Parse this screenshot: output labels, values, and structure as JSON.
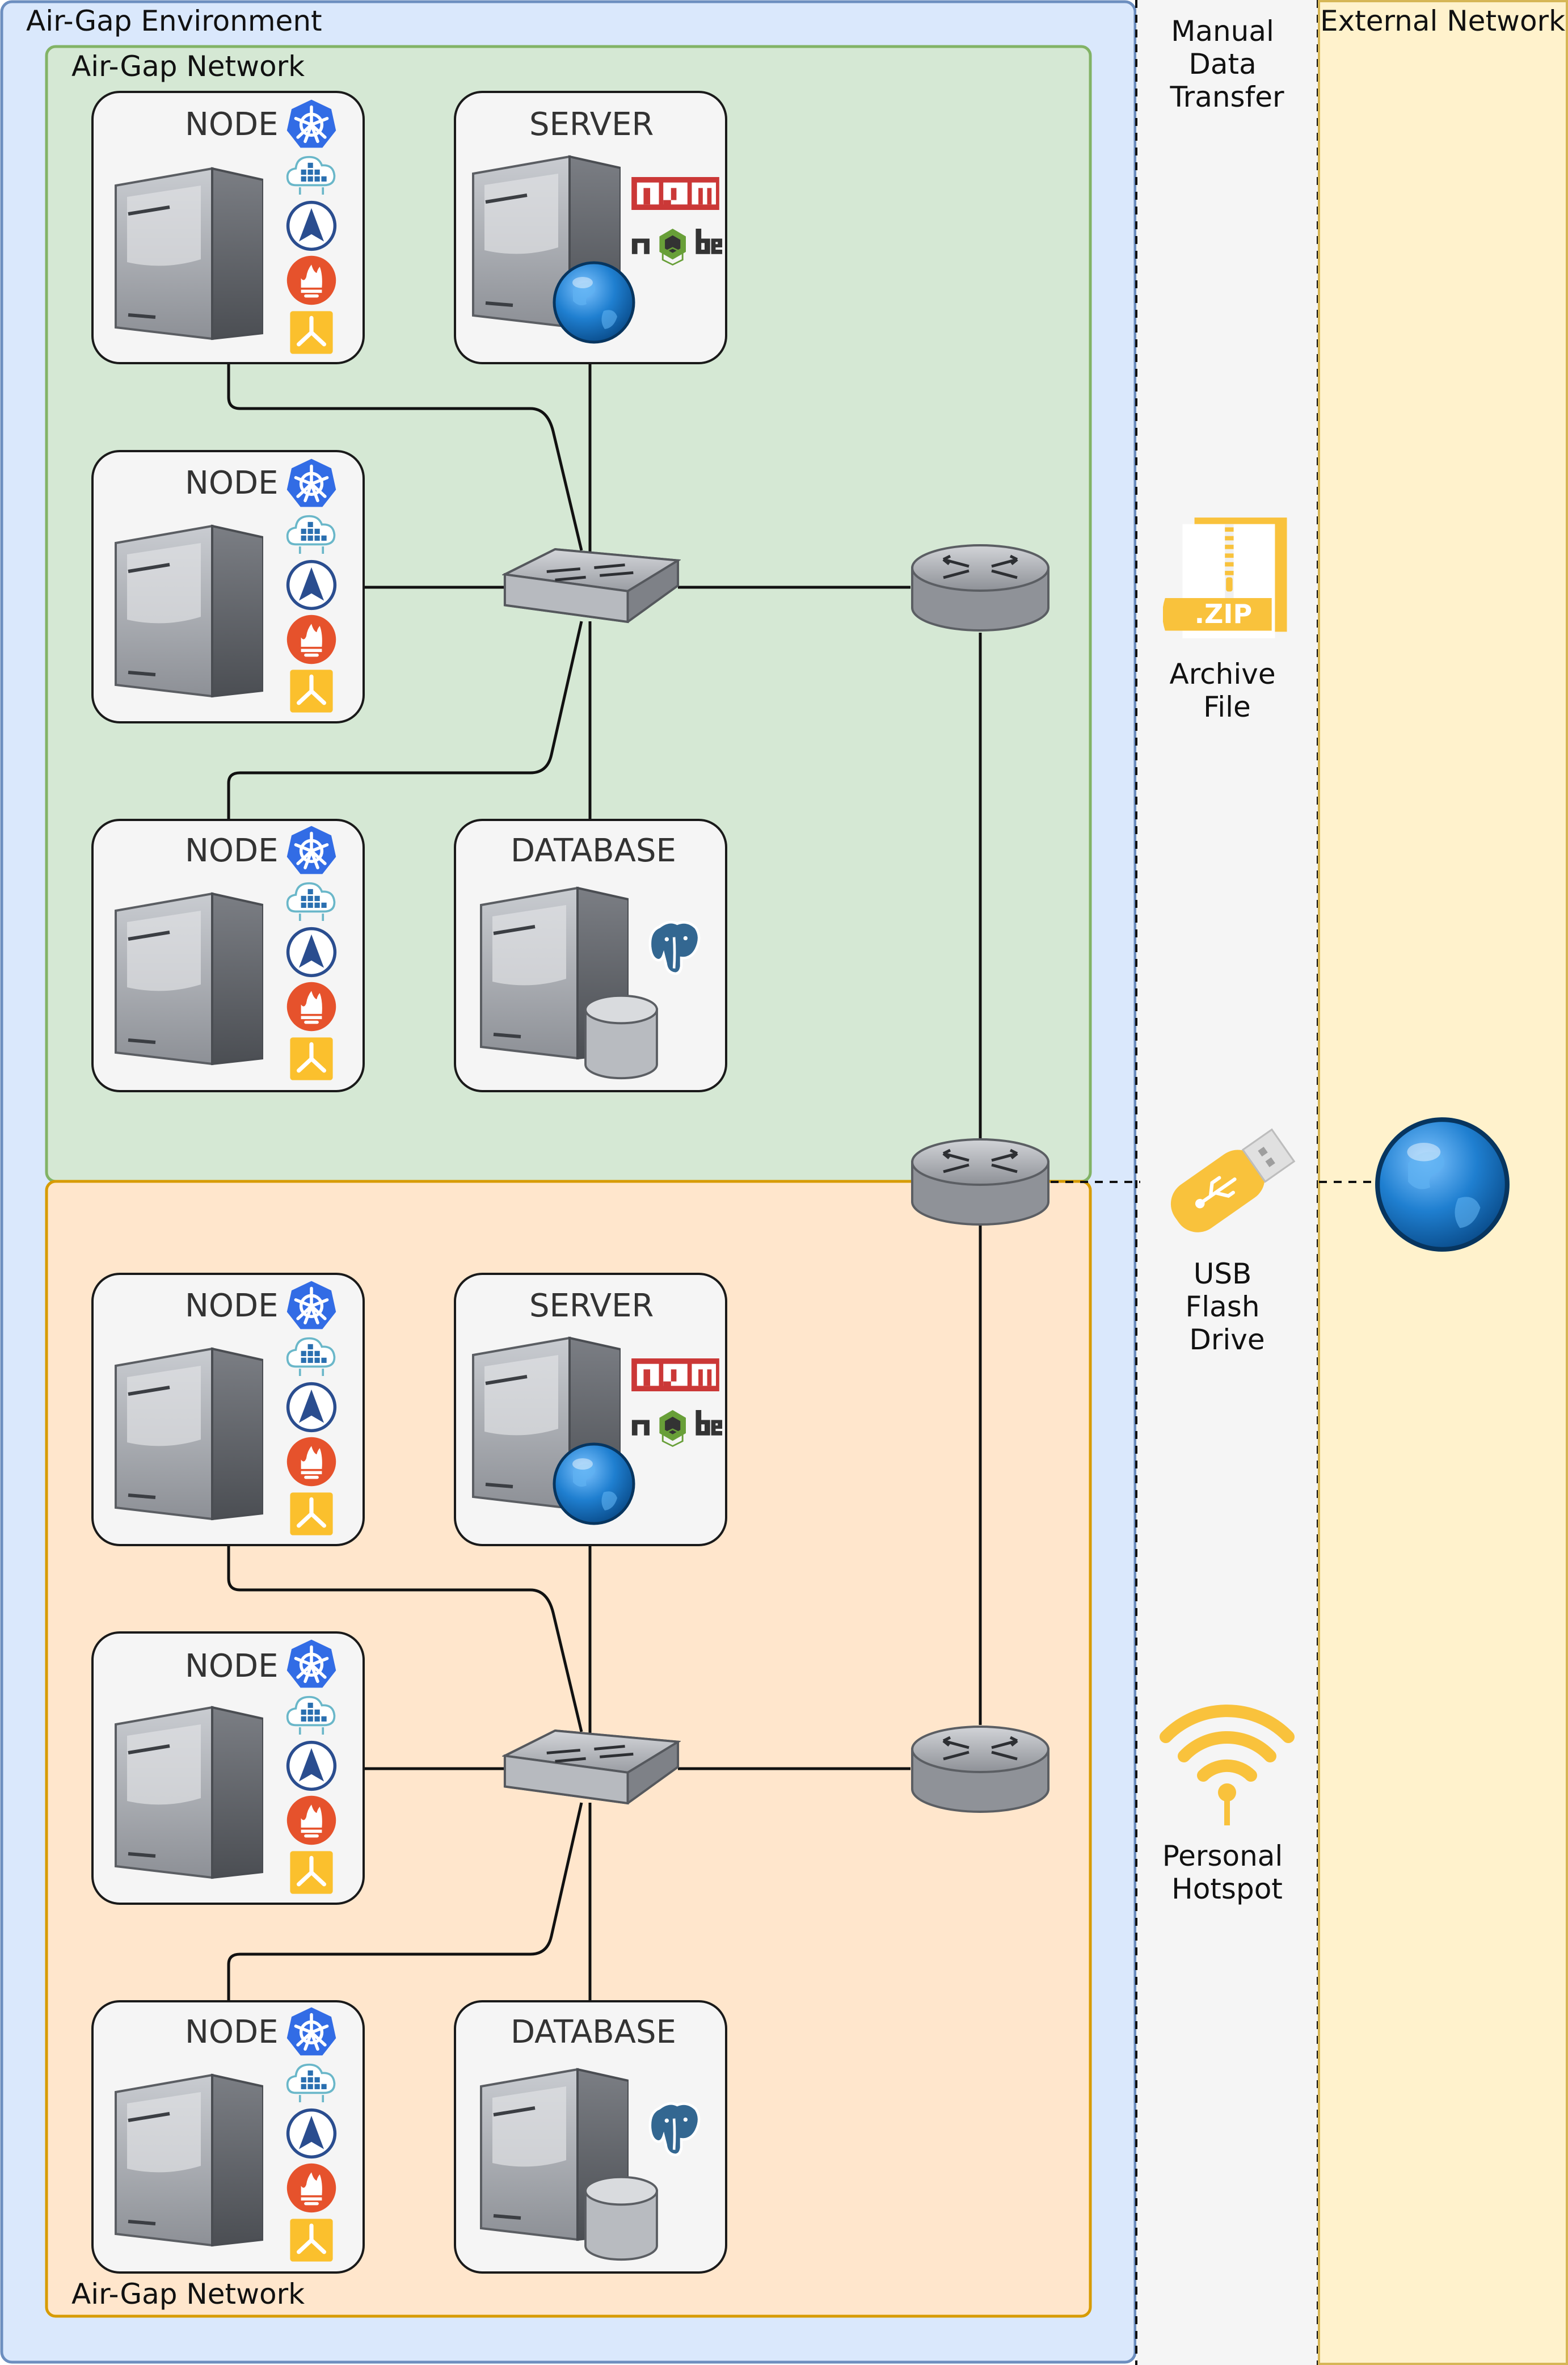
{
  "zones": {
    "environment": "Air-Gap Environment",
    "top_network": "Air-Gap Network",
    "bottom_network": "Air-Gap Network",
    "manual_transfer": [
      "Manual",
      "Data",
      "Transfer"
    ],
    "external": "External Network"
  },
  "boxes": {
    "node": "NODE",
    "server": "SERVER",
    "database": "DATABASE"
  },
  "transfer_methods": [
    {
      "lines": [
        "Archive",
        "File"
      ],
      "icon": "zip-archive-icon"
    },
    {
      "lines": [
        "USB",
        "Flash",
        "Drive"
      ],
      "icon": "usb-flash-drive-icon"
    },
    {
      "lines": [
        "Personal",
        "Hotspot"
      ],
      "icon": "wifi-hotspot-icon"
    }
  ],
  "logos": {
    "npm": "npm",
    "node_word": "node",
    "js": "JS"
  },
  "icons": {
    "node_stack": [
      "kubernetes-icon",
      "registry-icon",
      "argo-icon",
      "prometheus-icon",
      "grafana-icon"
    ],
    "server": [
      "npm-icon",
      "nodejs-icon",
      "globe-icon"
    ],
    "database": [
      "postgresql-icon",
      "database-cylinder-icon"
    ]
  },
  "colors": {
    "environment_fill": "#dae8fc",
    "environment_stroke": "#6c8ebf",
    "top_network_fill": "#d5e8d4",
    "top_network_stroke": "#82b366",
    "bottom_network_fill": "#ffe6cc",
    "bottom_network_stroke": "#d79b00",
    "transfer_fill": "#f5f5f5",
    "external_fill": "#fff2cc",
    "external_stroke": "#d6b656"
  }
}
